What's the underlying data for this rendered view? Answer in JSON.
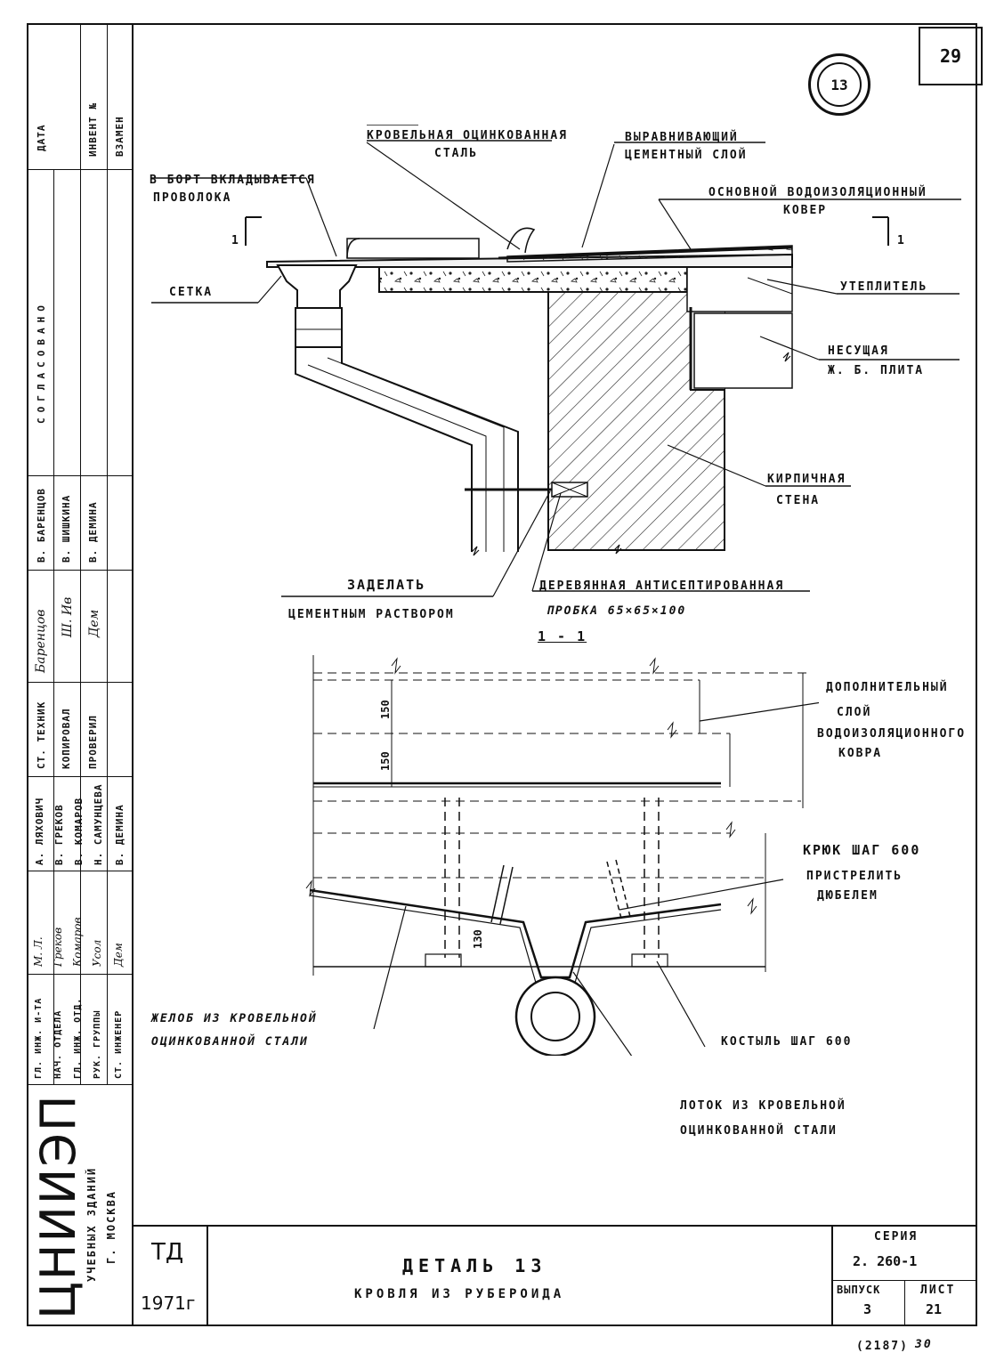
{
  "sheet": {
    "number": "29",
    "detail_no": "13",
    "stamp": "(2187)",
    "stamp_right": "30"
  },
  "labels": {
    "roof_steel": "Кровельная оцинкованная",
    "roof_steel_2": "сталь",
    "leveling_1": "Выравнивающий",
    "leveling_2": "цементный слой",
    "board_1": "В борт вкладывается",
    "board_2": "проволока",
    "carpet_1": "Основной водоизоляционный",
    "carpet_2": "ковер",
    "net": "Сетка",
    "insulation": "Утеплитель",
    "slab_1": "Несущая",
    "slab_2": "ж. б. плита",
    "brick_1": "Кирпичная",
    "brick_2": "стена",
    "seal_1": "Заделать",
    "seal_2": "цементным раствором",
    "plug_1": "Деревянная антисептированная",
    "plug_2": "пробка 65×65×100",
    "section_mark": "1",
    "section_title": "1 - 1",
    "extra_1": "Дополнительный",
    "extra_2": "слой",
    "extra_3": "водоизоляционного",
    "extra_4": "ковра",
    "hook_1": "Крюк шаг 600",
    "hook_2": "пристрелить",
    "hook_3": "дюбелем",
    "gutter_1": "Желоб из кровельной",
    "gutter_2": "оцинкованной стали",
    "bracket": "Костыль шаг 600",
    "tray_1": "Лоток из кровельной",
    "tray_2": "оцинкованной стали",
    "dim_150a": "150",
    "dim_150b": "150",
    "dim_130": "130"
  },
  "sidebar": {
    "header": [
      "Дата",
      "Инвент №",
      "Взамен"
    ],
    "agreed": "Согласовано",
    "roles": [
      "Гл. инж. и-та",
      "Нач. отдела",
      "Гл. инж. отд.",
      "Рук. группы",
      "Ст. инженер"
    ],
    "names_1": [
      "А. Ляхович",
      "В. Греков",
      "В. Комаров",
      "Н. Самунцева",
      "В. Демина"
    ],
    "roles_2": [
      "Ст. техник",
      "Копировал",
      "Проверил"
    ],
    "names_2": [
      "В. Баренцов",
      "В. Шишкина",
      "В. Демина"
    ],
    "org_big": "ЦНИИЭП",
    "org_line1": "учебных зданий",
    "org_line2": "г. Москва"
  },
  "title_block": {
    "code": "ТД",
    "year": "1971г",
    "title": "Деталь 13",
    "subtitle": "Кровля из рубероида",
    "series_label": "Серия",
    "series_value": "2. 260-1",
    "issue_label": "Выпуск",
    "issue_value": "3",
    "sheet_label": "Лист",
    "sheet_value": "21"
  }
}
